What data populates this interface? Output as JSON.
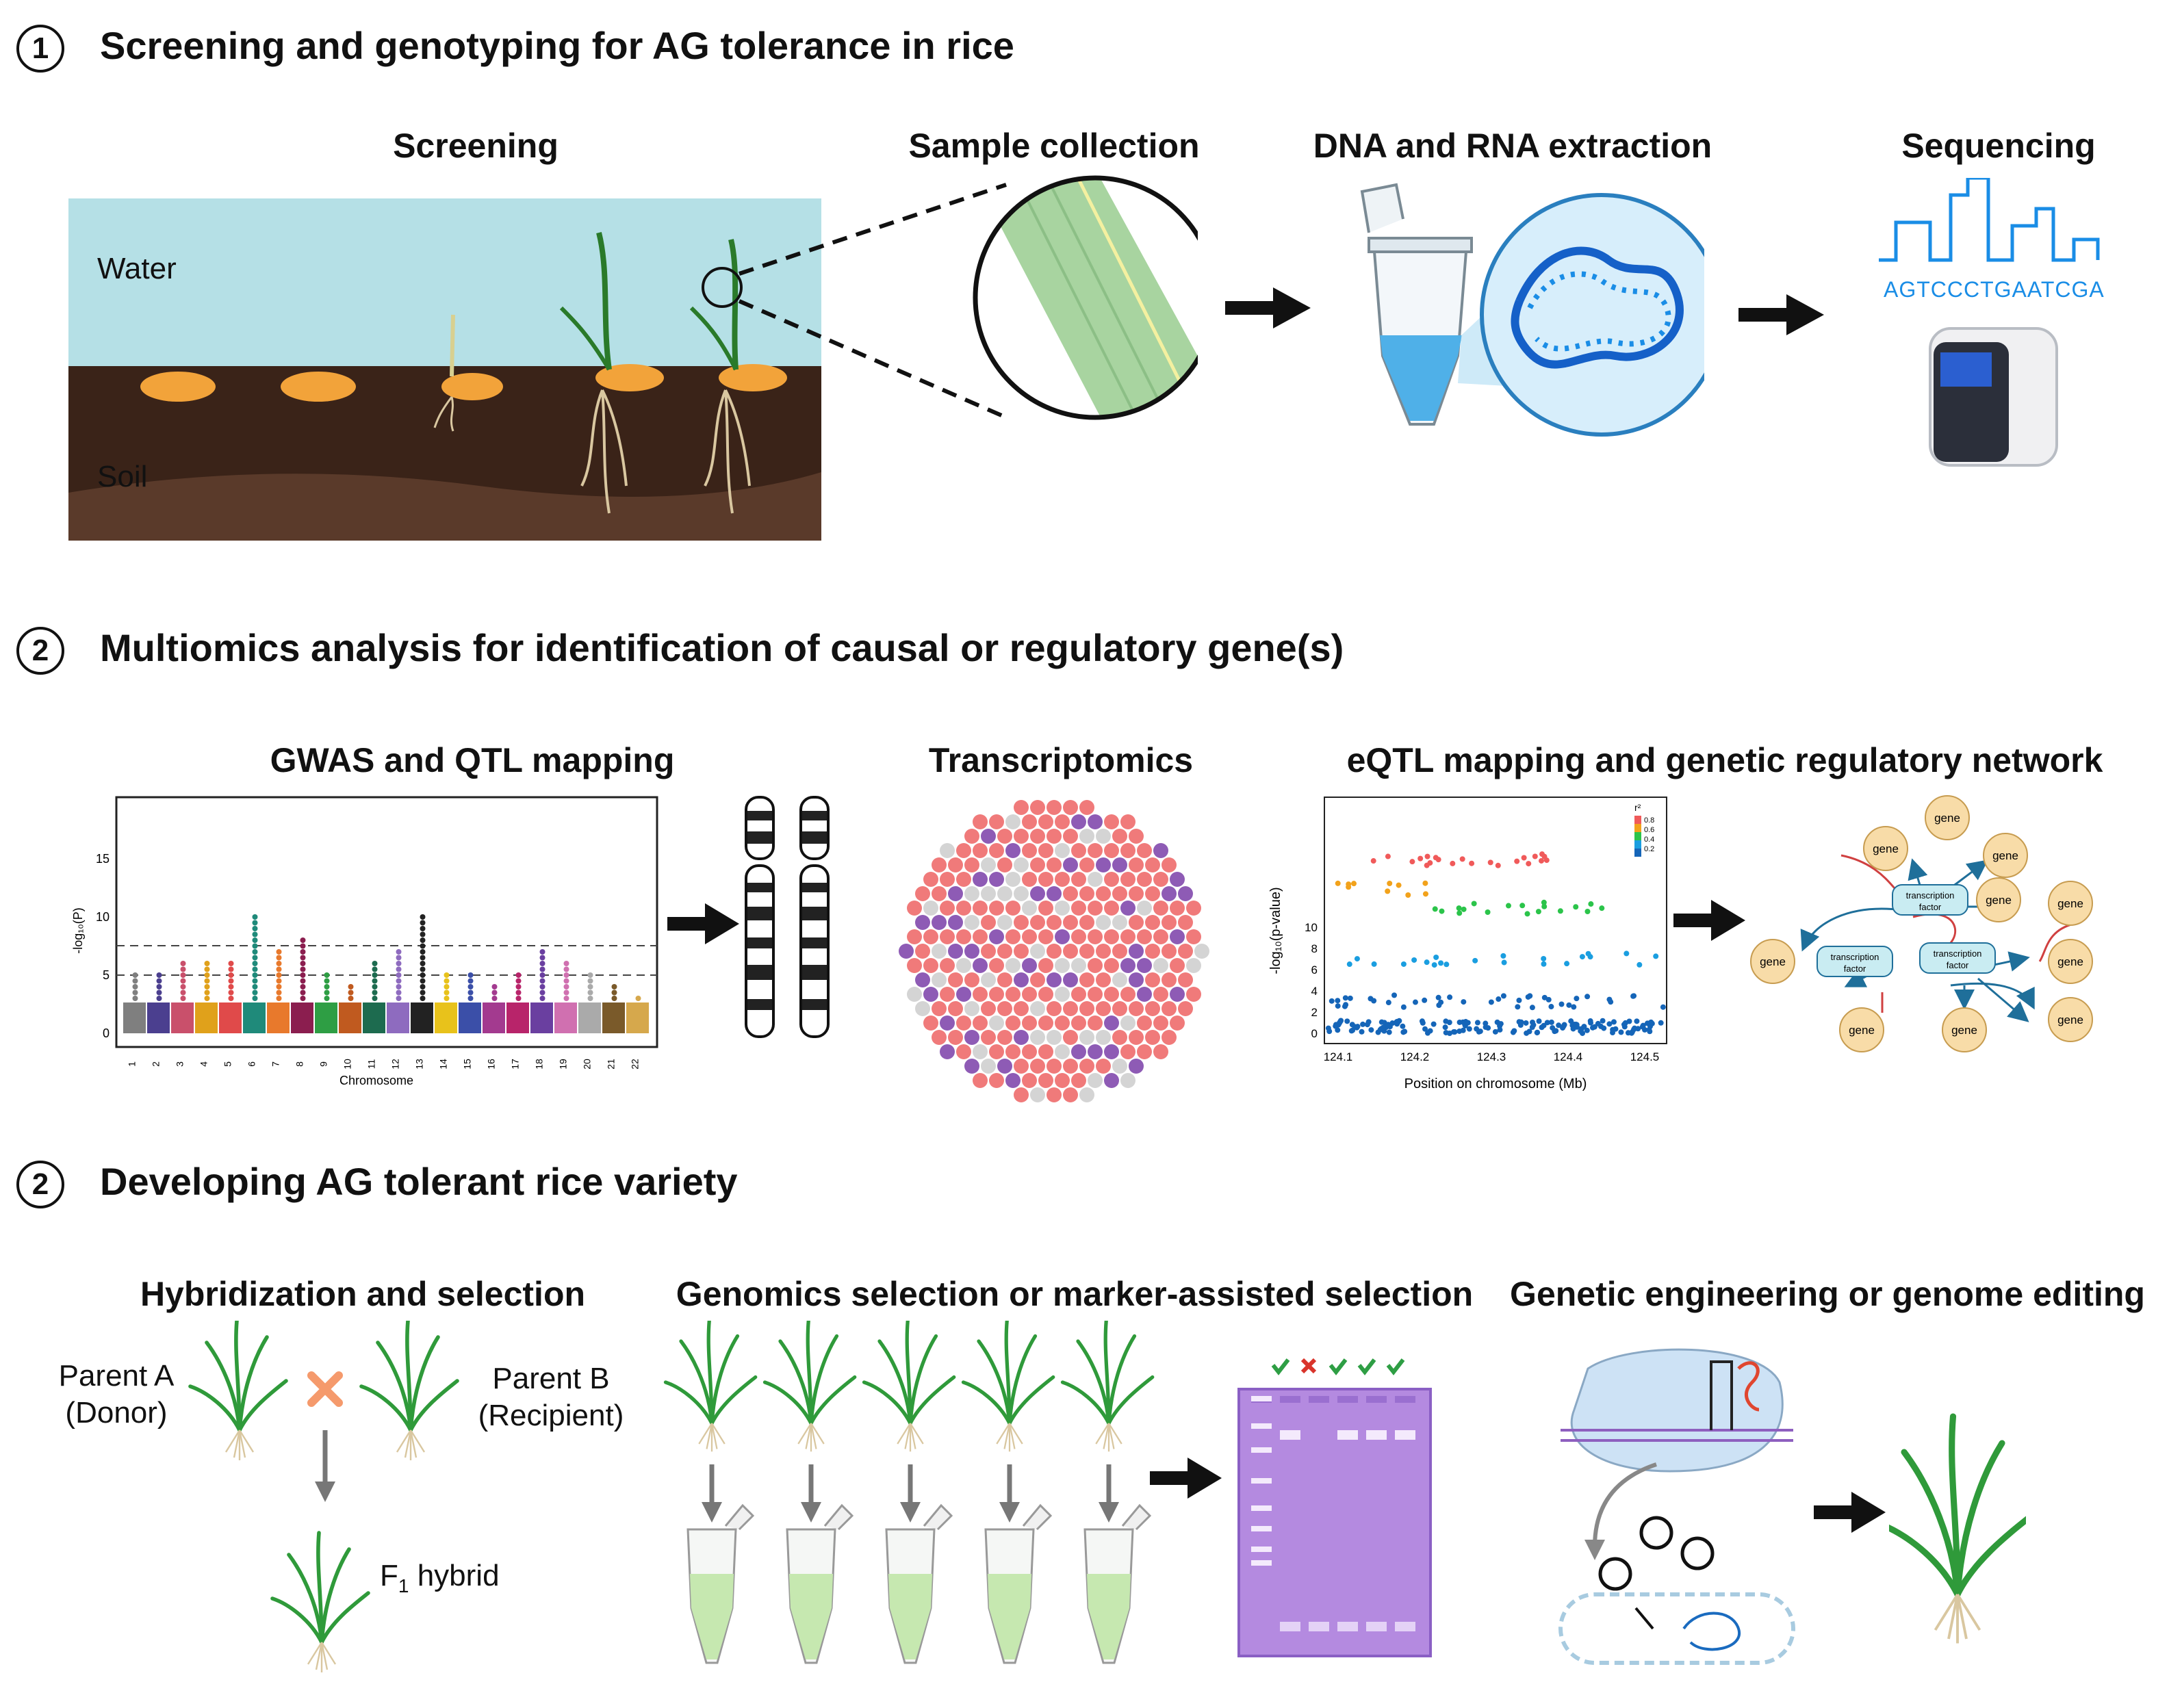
{
  "section1": {
    "number": "1",
    "title": "Screening and genotyping for AG tolerance in rice",
    "steps": {
      "screening": "Screening",
      "sample": "Sample collection",
      "extraction": "DNA and RNA extraction",
      "sequencing": "Sequencing"
    },
    "water_label": "Water",
    "soil_label": "Soil",
    "sequence": "AGTCCCTGAATCGA"
  },
  "section2": {
    "number": "2",
    "title": "Multiomics analysis for identification of causal or regulatory gene(s)",
    "steps": {
      "gwas": "GWAS and QTL mapping",
      "transcriptomics": "Transcriptomics",
      "eqtl": "eQTL mapping and genetic regulatory network"
    }
  },
  "section3": {
    "number": "2",
    "title": "Developing AG tolerant rice variety",
    "steps": {
      "hybrid": "Hybridization and selection",
      "genomic": "Genomics selection or marker-assisted selection",
      "engineering": "Genetic engineering or genome editing"
    },
    "parent_a": "Parent A",
    "parent_a_role": "(Donor)",
    "parent_b": "Parent B",
    "parent_b_role": "(Recipient)",
    "f1_prefix": "F",
    "f1_sub": "1",
    "f1_suffix": " hybrid"
  },
  "manhattan": {
    "ylabel": "-log₁₀(P)",
    "xlabel": "Chromosome",
    "yticks": [
      "0",
      "5",
      "10",
      "15"
    ],
    "chromosomes": [
      "1",
      "2",
      "3",
      "4",
      "5",
      "6",
      "7",
      "8",
      "9",
      "10",
      "11",
      "12",
      "13",
      "14",
      "15",
      "16",
      "17",
      "18",
      "19",
      "20",
      "21",
      "22"
    ],
    "colors": [
      "#7f7f7f",
      "#4b3f8f",
      "#c9506b",
      "#e0a11b",
      "#e04a4a",
      "#1f8a7a",
      "#e8792c",
      "#8b1e4f",
      "#2e9e44",
      "#c05a1f",
      "#1d6b4f",
      "#8e6bbf",
      "#222222",
      "#e8c21b",
      "#3b4fa8",
      "#a33a8f",
      "#b8246a",
      "#6a3fa0",
      "#d070b0",
      "#aaaaaa",
      "#7a5a2a",
      "#d6a84c"
    ],
    "peaks": [
      5,
      5,
      6,
      6,
      6,
      10,
      7,
      8,
      5,
      4,
      6,
      7,
      10,
      5,
      5,
      4,
      5,
      7,
      6,
      5,
      4,
      3
    ]
  },
  "eqtl": {
    "ylabel": "-log₁₀(p-value)",
    "xlabel": "Position on chromosome (Mb)",
    "xticks": [
      "124.1",
      "124.2",
      "124.3",
      "124.4",
      "124.5"
    ],
    "yticks": [
      "0",
      "2",
      "4",
      "6",
      "8",
      "10"
    ],
    "legend_title": "r²",
    "legend_values": [
      "0.8",
      "0.6",
      "0.4",
      "0.2"
    ],
    "legend_colors": [
      "#f05a5a",
      "#f2a21b",
      "#2bc44a",
      "#1a9ee0",
      "#1565b8"
    ]
  },
  "network": {
    "gene": "gene",
    "tf_line1": "transcription",
    "tf_line2": "factor"
  },
  "colors": {
    "water": "#b5e0e6",
    "soil": "#3a2318",
    "accent_blue": "#1a8de6",
    "arrow": "#111111",
    "gel": "#b48ae0",
    "check": "#2e9e44",
    "cross": "#d9342b"
  }
}
